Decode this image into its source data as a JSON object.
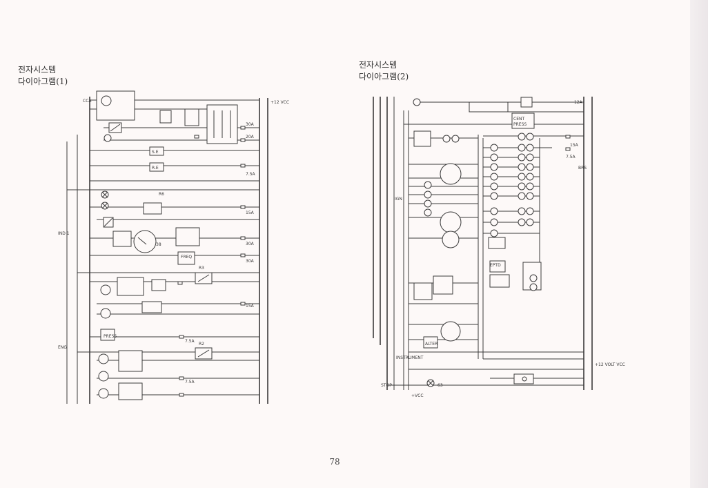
{
  "page": {
    "background": "#fdf9f8",
    "line_color": "#3a3a3a",
    "page_number": "78"
  },
  "diagram_left": {
    "title_line1": "전자시스템",
    "title_line2": "다이아그램(1)"
  },
  "diagram_right": {
    "title_line1": "전자시스템",
    "title_line2": "다이아그램(2)"
  }
}
